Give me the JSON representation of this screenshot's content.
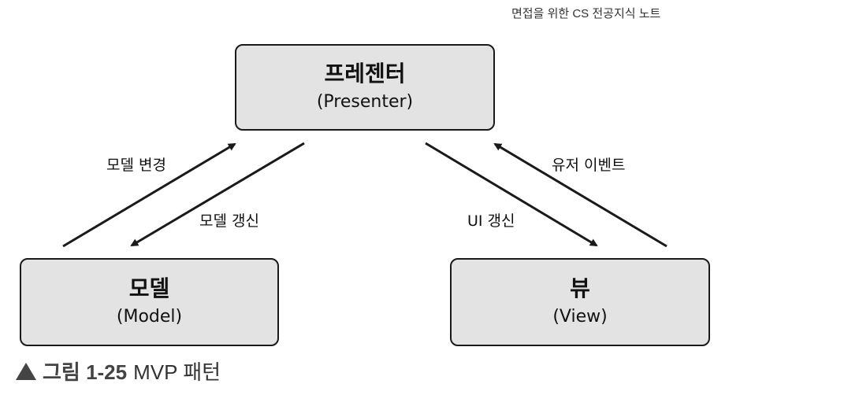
{
  "header": {
    "text": "면접을 위한 CS 전공지식 노트"
  },
  "nodes": {
    "presenter": {
      "title": "프레젠터",
      "subtitle": "(Presenter)"
    },
    "model": {
      "title": "모델",
      "subtitle": "(Model)"
    },
    "view": {
      "title": "뷰",
      "subtitle": "(View)"
    }
  },
  "edges": {
    "model_change": "모델 변경",
    "model_update": "모델 갱신",
    "ui_update": "UI 갱신",
    "user_event": "유저 이벤트"
  },
  "caption": {
    "prefix": "그림 1-25",
    "title": "MVP 패턴"
  },
  "colors": {
    "box_fill": "#e3e3e3",
    "box_border": "#1a1a1a",
    "arrow": "#1a1a1a"
  }
}
